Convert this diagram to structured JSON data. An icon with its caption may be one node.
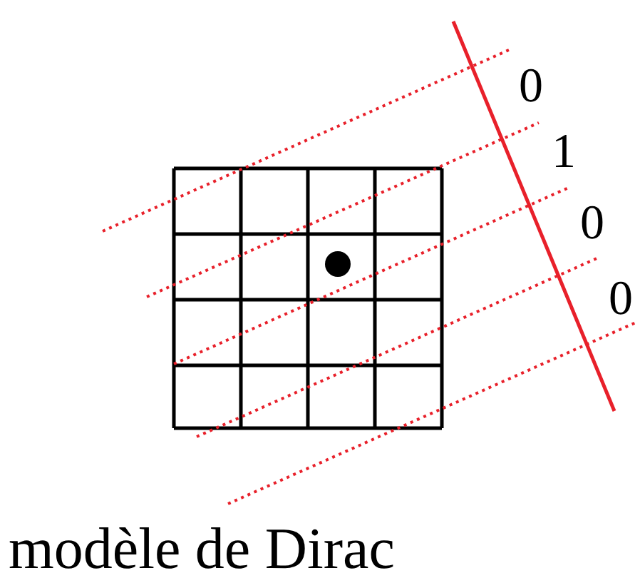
{
  "diagram": {
    "caption": "modèle de Dirac",
    "labels": [
      "0",
      "1",
      "0",
      "0"
    ]
  }
}
